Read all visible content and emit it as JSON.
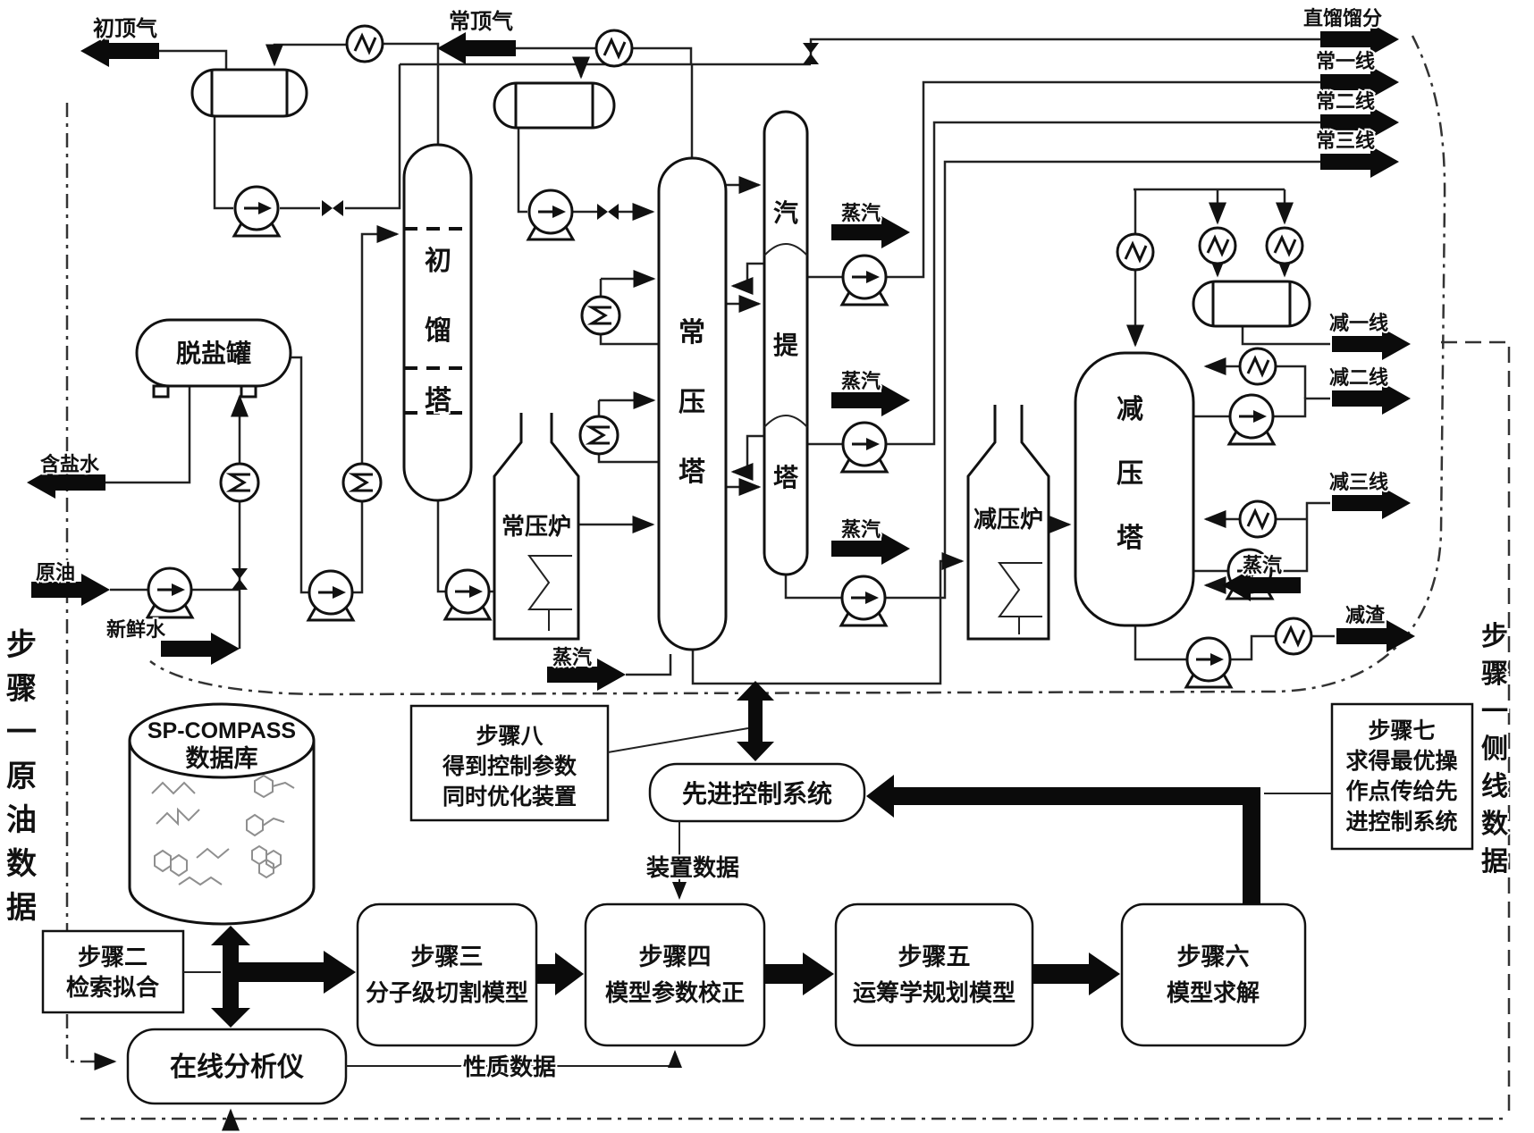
{
  "process": {
    "streams": {
      "initial_top_gas": "初顶气",
      "atm_top_gas": "常顶气",
      "straight_run_fraction": "直馏馏分",
      "atm_line1": "常一线",
      "atm_line2": "常二线",
      "atm_line3": "常三线",
      "salty_water": "含盐水",
      "crude_oil": "原油",
      "fresh_water": "新鲜水",
      "steam": "蒸汽",
      "vac_line1": "减一线",
      "vac_line2": "减二线",
      "vac_line3": "减三线",
      "vac_residue": "减渣"
    },
    "equipment": {
      "desalter": "脱盐罐",
      "initial_tower": "初馏塔",
      "atm_furnace": "常压炉",
      "atm_tower": "常压塔",
      "stripper_tower": "汽提塔",
      "vac_furnace": "减压炉",
      "vac_tower": "减压塔"
    }
  },
  "workflow": {
    "database": {
      "line1": "SP-COMPASS",
      "line2": "数据库"
    },
    "step1_left": "步骤一原油数据",
    "step1_right": "步骤一侧线数据",
    "step2": {
      "line1": "步骤二",
      "line2": "检索拟合"
    },
    "step3": {
      "line1": "步骤三",
      "line2": "分子级切割模型"
    },
    "step4": {
      "line1": "步骤四",
      "line2": "模型参数校正"
    },
    "step5": {
      "line1": "步骤五",
      "line2": "运筹学规划模型"
    },
    "step6": {
      "line1": "步骤六",
      "line2": "模型求解"
    },
    "step7": {
      "line1": "步骤七",
      "line2": "求得最优操",
      "line3": "作点传给先",
      "line4": "进控制系统"
    },
    "step8": {
      "line1": "步骤八",
      "line2": "得到控制参数",
      "line3": "同时优化装置"
    },
    "acs": "先进控制系统",
    "analyzer": "在线分析仪",
    "device_data": "装置数据",
    "property_data": "性质数据"
  },
  "colors": {
    "ink": "#111111",
    "pipe": "#222222",
    "molecule_gray": "#8f8f8f",
    "background": "#ffffff"
  }
}
